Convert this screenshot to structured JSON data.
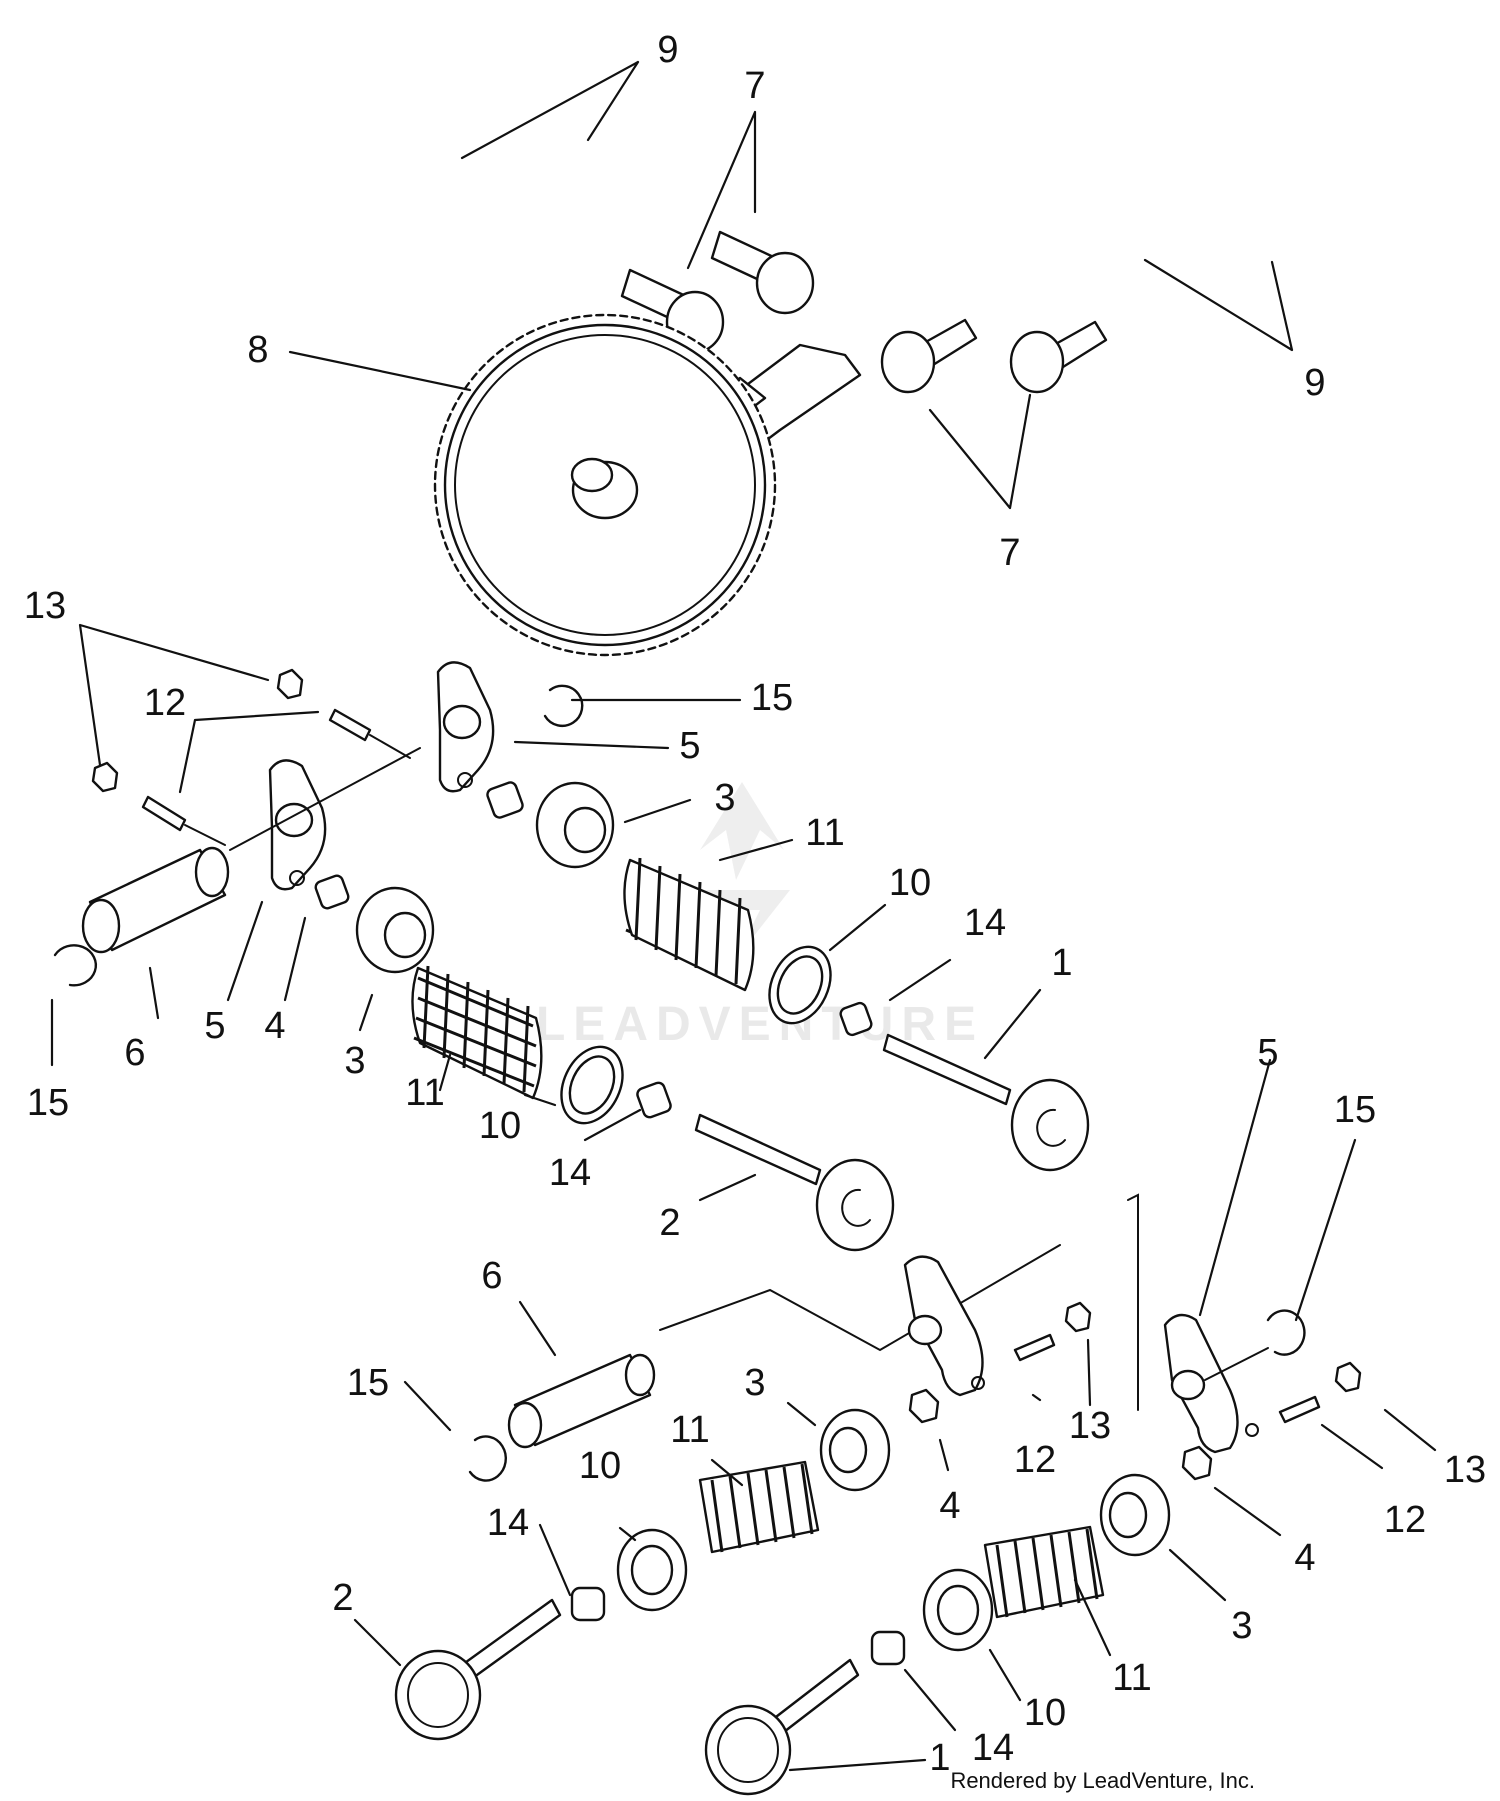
{
  "diagram": {
    "type": "exploded parts diagram",
    "callouts": [
      {
        "id": "c-9a",
        "text": "9"
      },
      {
        "id": "c-7a",
        "text": "7"
      },
      {
        "id": "c-8",
        "text": "8"
      },
      {
        "id": "c-9b",
        "text": "9"
      },
      {
        "id": "c-7b",
        "text": "7"
      },
      {
        "id": "c-13a",
        "text": "13"
      },
      {
        "id": "c-12a",
        "text": "12"
      },
      {
        "id": "c-15a",
        "text": "15"
      },
      {
        "id": "c-5a",
        "text": "5"
      },
      {
        "id": "c-3a",
        "text": "3"
      },
      {
        "id": "c-11a",
        "text": "11"
      },
      {
        "id": "c-10a",
        "text": "10"
      },
      {
        "id": "c-14a",
        "text": "14"
      },
      {
        "id": "c-1a",
        "text": "1"
      },
      {
        "id": "c-15b",
        "text": "15"
      },
      {
        "id": "c-6a",
        "text": "6"
      },
      {
        "id": "c-5b",
        "text": "5"
      },
      {
        "id": "c-4a",
        "text": "4"
      },
      {
        "id": "c-3b",
        "text": "3"
      },
      {
        "id": "c-11b",
        "text": "11"
      },
      {
        "id": "c-10b",
        "text": "10"
      },
      {
        "id": "c-14b",
        "text": "14"
      },
      {
        "id": "c-2a",
        "text": "2"
      },
      {
        "id": "c-5c",
        "text": "5"
      },
      {
        "id": "c-15c",
        "text": "15"
      },
      {
        "id": "c-6b",
        "text": "6"
      },
      {
        "id": "c-15d",
        "text": "15"
      },
      {
        "id": "c-3c",
        "text": "3"
      },
      {
        "id": "c-11c",
        "text": "11"
      },
      {
        "id": "c-10c",
        "text": "10"
      },
      {
        "id": "c-4b",
        "text": "4"
      },
      {
        "id": "c-12b",
        "text": "12"
      },
      {
        "id": "c-13b",
        "text": "13"
      },
      {
        "id": "c-14c",
        "text": "14"
      },
      {
        "id": "c-2b",
        "text": "2"
      },
      {
        "id": "c-13c",
        "text": "13"
      },
      {
        "id": "c-4c",
        "text": "4"
      },
      {
        "id": "c-12c",
        "text": "12"
      },
      {
        "id": "c-3d",
        "text": "3"
      },
      {
        "id": "c-11d",
        "text": "11"
      },
      {
        "id": "c-10d",
        "text": "10"
      },
      {
        "id": "c-14d",
        "text": "14"
      },
      {
        "id": "c-1b",
        "text": "1"
      }
    ]
  },
  "watermark": "LEADVENTURE",
  "credit": "Rendered by LeadVenture, Inc.",
  "colors": {
    "ink": "#111111",
    "paper": "#ffffff",
    "watermark": "#e7e7e7"
  }
}
